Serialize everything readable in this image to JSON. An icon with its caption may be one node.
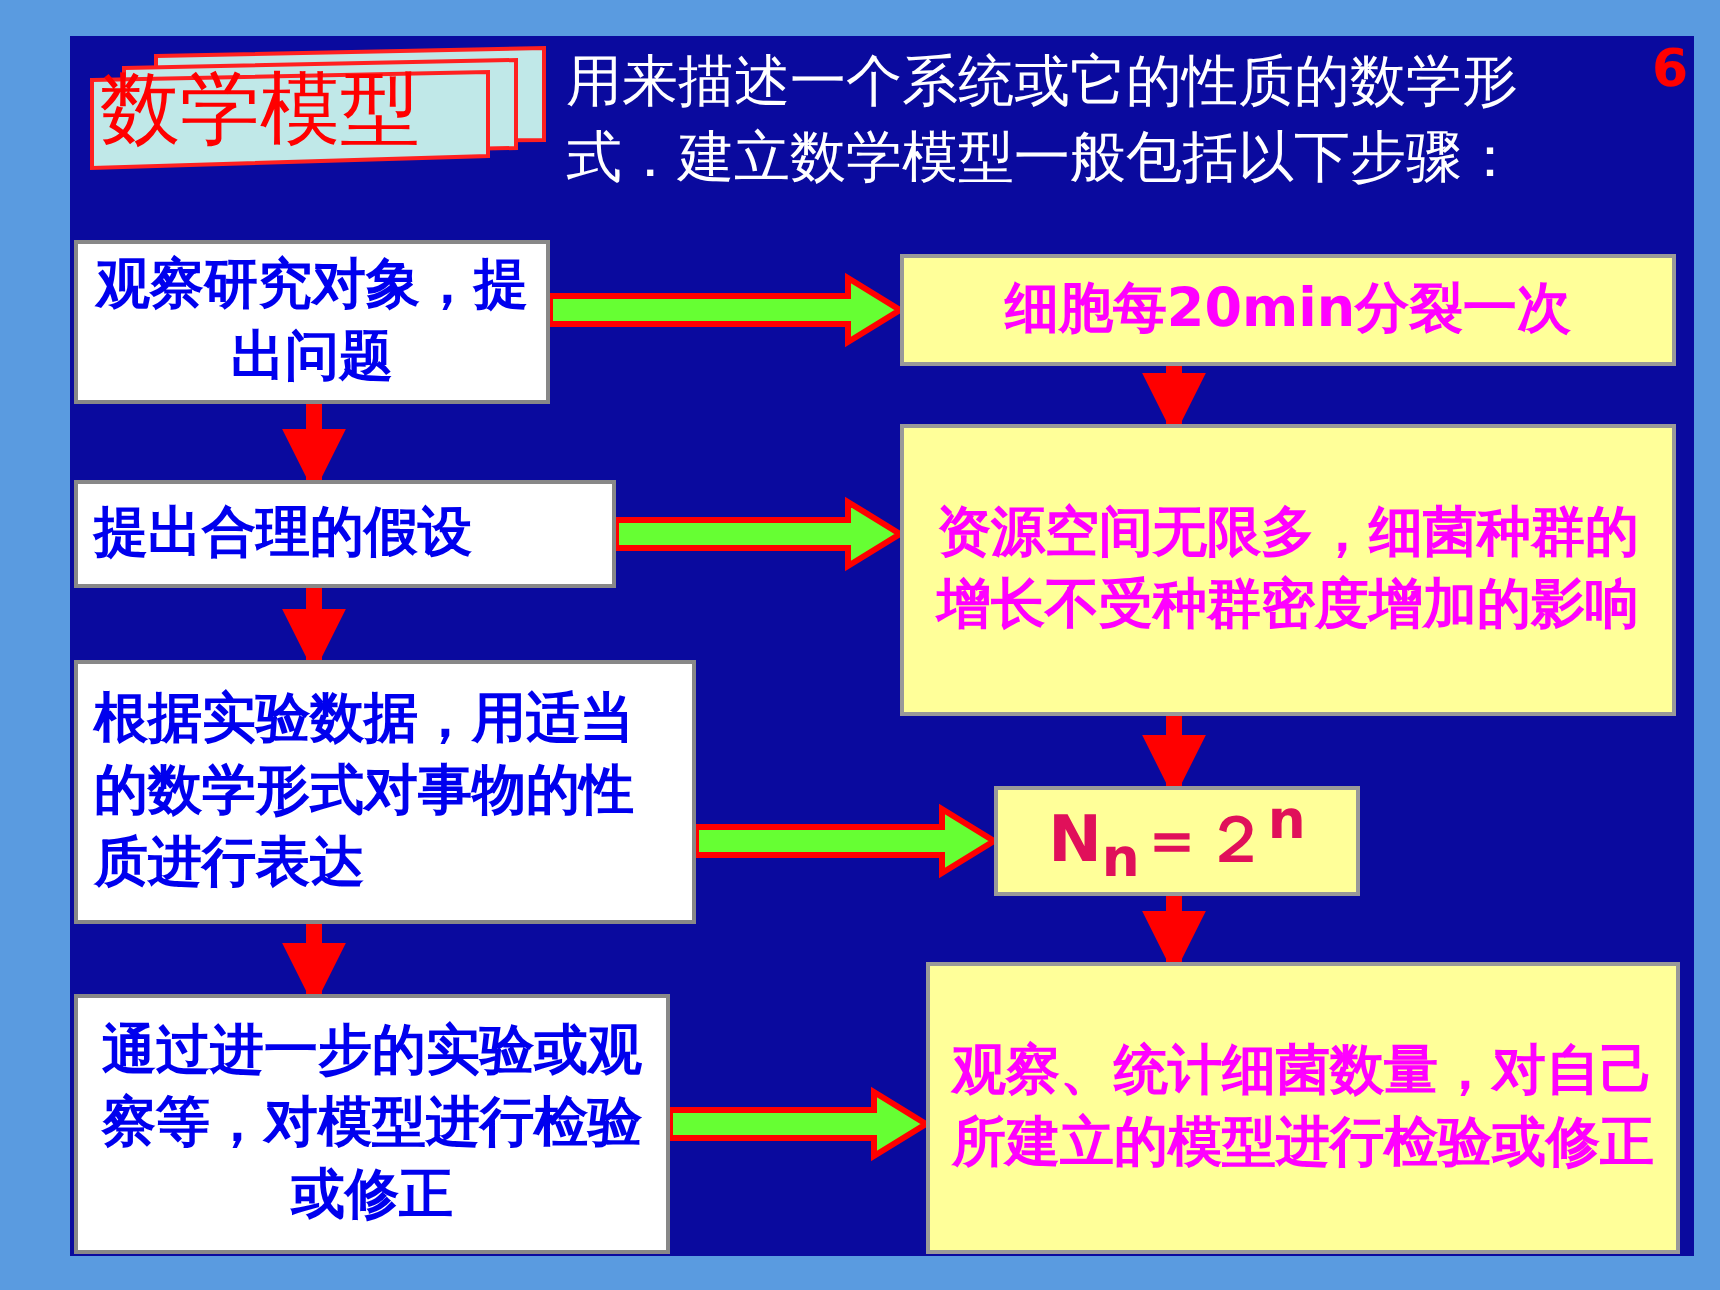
{
  "diagram": {
    "title": "数学模型",
    "nodes": [
      {
        "text": [
          "观察研究对象，提出问题"
        ]
      },
      {
        "text": [
          "提出合理的假设"
        ]
      },
      {
        "text": [
          "根据实验数据，用适当的数学形式对事物的性质进行表达"
        ]
      },
      {
        "text": [
          "通过进一步的实验或观察等，对模型进行检验或修正"
        ]
      },
      {
        "text": [
          "细胞每20min分裂一次"
        ]
      },
      {
        "text": [
          "资源空间无限多，细菌种群的增长不受种群密度增加的影响"
        ]
      },
      {
        "text": [
          "N$_{n}$＝２$^{n}$"
        ]
      },
      {
        "text": [
          "观察、统计细菌数量，对自己所建立的模型进行检验或修正"
        ]
      }
    ],
    "edges": [
      {
        "from": 0,
        "to": 1,
        "arrow": "to"
      },
      {
        "from": 1,
        "to": 2,
        "arrow": "to"
      },
      {
        "from": 2,
        "to": 3,
        "arrow": "to"
      },
      {
        "from": 4,
        "to": 5,
        "arrow": "to"
      },
      {
        "from": 5,
        "to": 6,
        "arrow": "to"
      },
      {
        "from": 6,
        "to": 7,
        "arrow": "to"
      },
      {
        "from": 0,
        "to": 4,
        "arrow": "to",
        "style": "thick",
        "color": "#66ff33"
      },
      {
        "from": 1,
        "to": 5,
        "arrow": "to",
        "style": "thick",
        "color": "#66ff33"
      },
      {
        "from": 2,
        "to": 6,
        "arrow": "to",
        "style": "thick",
        "color": "#66ff33"
      },
      {
        "from": 3,
        "to": 7,
        "arrow": "to",
        "style": "thick",
        "color": "#66ff33"
      }
    ],
    "labels": [
      "用来描述一个系统或它的性质的数学形式．建立数学模型一般包括以下步骤：",
      "6"
    ]
  }
}
